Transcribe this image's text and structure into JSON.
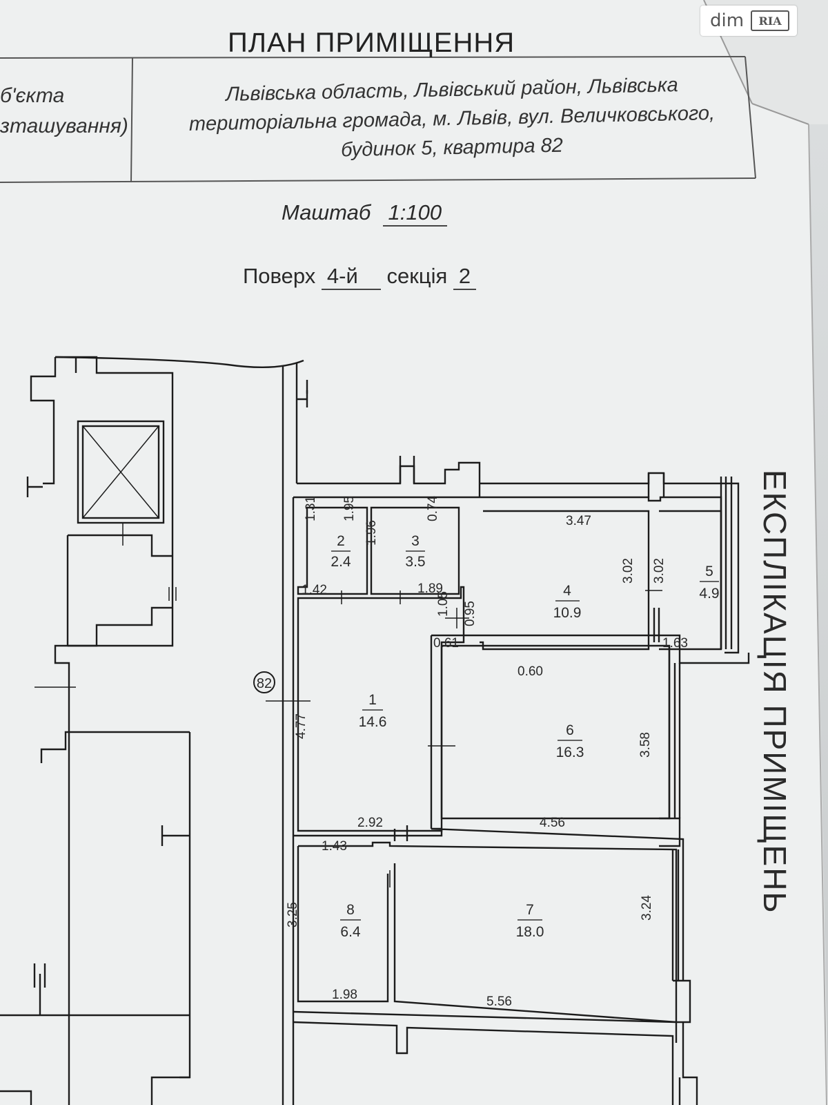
{
  "title": "ПЛАН ПРИМІЩЕННЯ",
  "header_left": [
    "б'єкта",
    "зташування)"
  ],
  "address": [
    "Львівська область, Львівський район, Львівська",
    "територіальна громада, м. Львів, вул. Величковського,",
    "будинок 5, квартира 82"
  ],
  "scale": {
    "label": "Маштаб",
    "value": "1:100"
  },
  "floor": {
    "label": "Поверх",
    "value": "4-й",
    "section_label": "секція",
    "section_value": "2"
  },
  "apartment_marker": "82",
  "side_text": "ЕКСПЛІКАЦІЯ ПРИМІЩЕНЬ",
  "logo": {
    "text": "dim",
    "badge": "RIA"
  },
  "rooms": [
    {
      "number": "1",
      "area": "14.6"
    },
    {
      "number": "2",
      "area": "2.4"
    },
    {
      "number": "3",
      "area": "3.5"
    },
    {
      "number": "4",
      "area": "10.9"
    },
    {
      "number": "5",
      "area": "4.9"
    },
    {
      "number": "6",
      "area": "16.3"
    },
    {
      "number": "7",
      "area": "18.0"
    },
    {
      "number": "8",
      "area": "6.4"
    }
  ],
  "dimensions": [
    "1.31",
    "1.95",
    "1.96",
    "0.74",
    "1.42",
    "1.89",
    "3.47",
    "3.02",
    "3.02",
    "1.05",
    "0.95",
    "0.61",
    "1.63",
    "0.60",
    "4.77",
    "3.58",
    "2.92",
    "4.56",
    "1.43",
    "3.25",
    "3.24",
    "1.98",
    "5.56"
  ]
}
